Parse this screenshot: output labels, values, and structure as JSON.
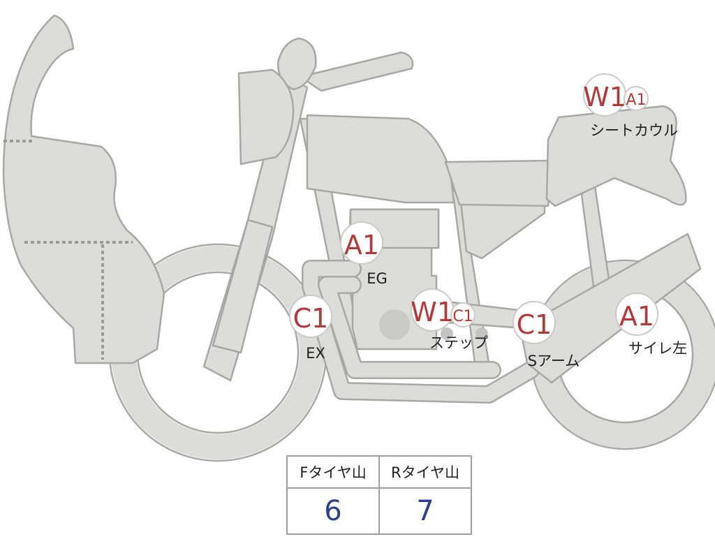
{
  "badges": {
    "seat_cowl_w1": "W1",
    "seat_cowl_a1": "A1",
    "engine_a1": "A1",
    "exhaust_c1": "C1",
    "step_w1": "W1",
    "step_c1": "C1",
    "swingarm_c1": "C1",
    "side_left_a1": "A1"
  },
  "labels": {
    "seat_cowl": "シートカウル",
    "engine": "EG",
    "exhaust": "EX",
    "step": "ステップ",
    "swingarm": "Sアーム",
    "side_left": "サイレ左"
  },
  "tread_table": {
    "front_label": "Fタイヤ山",
    "rear_label": "Rタイヤ山",
    "front_value": "6",
    "rear_value": "7"
  },
  "colors": {
    "body_fill": "#dcdcd9",
    "outline": "#a7a7a4",
    "badge_text": "#b03a3a",
    "table_value": "#2b3f8f"
  }
}
